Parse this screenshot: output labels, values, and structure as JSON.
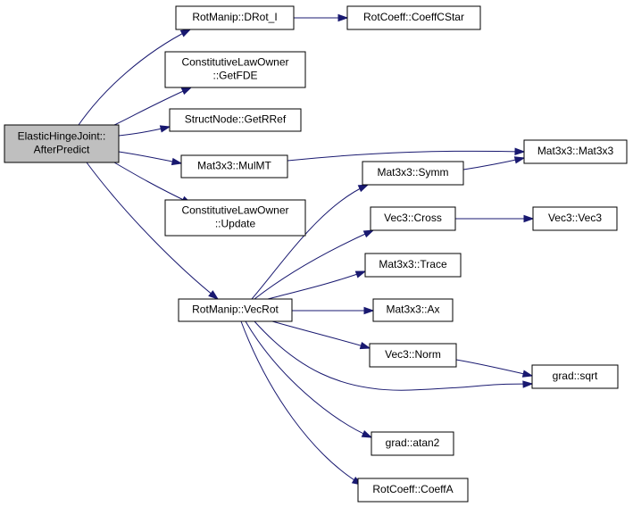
{
  "nodes": [
    {
      "id": "root",
      "lines": [
        "ElasticHingeJoint::",
        "AfterPredict"
      ],
      "root": true
    },
    {
      "id": "drot",
      "lines": [
        "RotManip::DRot_I"
      ]
    },
    {
      "id": "coeffcstar",
      "lines": [
        "RotCoeff::CoeffCStar"
      ]
    },
    {
      "id": "getfde",
      "lines": [
        "ConstitutiveLawOwner",
        "::GetFDE"
      ]
    },
    {
      "id": "getrref",
      "lines": [
        "StructNode::GetRRef"
      ]
    },
    {
      "id": "mulmt",
      "lines": [
        "Mat3x3::MulMT"
      ]
    },
    {
      "id": "mat3x3",
      "lines": [
        "Mat3x3::Mat3x3"
      ]
    },
    {
      "id": "update",
      "lines": [
        "ConstitutiveLawOwner",
        "::Update"
      ]
    },
    {
      "id": "vecrot",
      "lines": [
        "RotManip::VecRot"
      ]
    },
    {
      "id": "symm",
      "lines": [
        "Mat3x3::Symm"
      ]
    },
    {
      "id": "cross",
      "lines": [
        "Vec3::Cross"
      ]
    },
    {
      "id": "vec3",
      "lines": [
        "Vec3::Vec3"
      ]
    },
    {
      "id": "trace",
      "lines": [
        "Mat3x3::Trace"
      ]
    },
    {
      "id": "ax",
      "lines": [
        "Mat3x3::Ax"
      ]
    },
    {
      "id": "norm",
      "lines": [
        "Vec3::Norm"
      ]
    },
    {
      "id": "sqrt",
      "lines": [
        "grad::sqrt"
      ]
    },
    {
      "id": "atan2",
      "lines": [
        "grad::atan2"
      ]
    },
    {
      "id": "coeffa",
      "lines": [
        "RotCoeff::CoeffA"
      ]
    }
  ],
  "edges": [
    {
      "from": "root",
      "to": "drot"
    },
    {
      "from": "root",
      "to": "getfde"
    },
    {
      "from": "root",
      "to": "getrref"
    },
    {
      "from": "root",
      "to": "mulmt"
    },
    {
      "from": "root",
      "to": "update"
    },
    {
      "from": "root",
      "to": "vecrot"
    },
    {
      "from": "drot",
      "to": "coeffcstar"
    },
    {
      "from": "mulmt",
      "to": "mat3x3"
    },
    {
      "from": "vecrot",
      "to": "symm"
    },
    {
      "from": "vecrot",
      "to": "cross"
    },
    {
      "from": "vecrot",
      "to": "trace"
    },
    {
      "from": "vecrot",
      "to": "ax"
    },
    {
      "from": "vecrot",
      "to": "norm"
    },
    {
      "from": "vecrot",
      "to": "sqrt"
    },
    {
      "from": "vecrot",
      "to": "atan2"
    },
    {
      "from": "vecrot",
      "to": "coeffa"
    },
    {
      "from": "symm",
      "to": "mat3x3"
    },
    {
      "from": "cross",
      "to": "vec3"
    },
    {
      "from": "norm",
      "to": "sqrt"
    }
  ],
  "colors": {
    "edge": "#191970",
    "root_fill": "#bfbfbf",
    "node_fill": "#ffffff",
    "border": "#000000"
  }
}
